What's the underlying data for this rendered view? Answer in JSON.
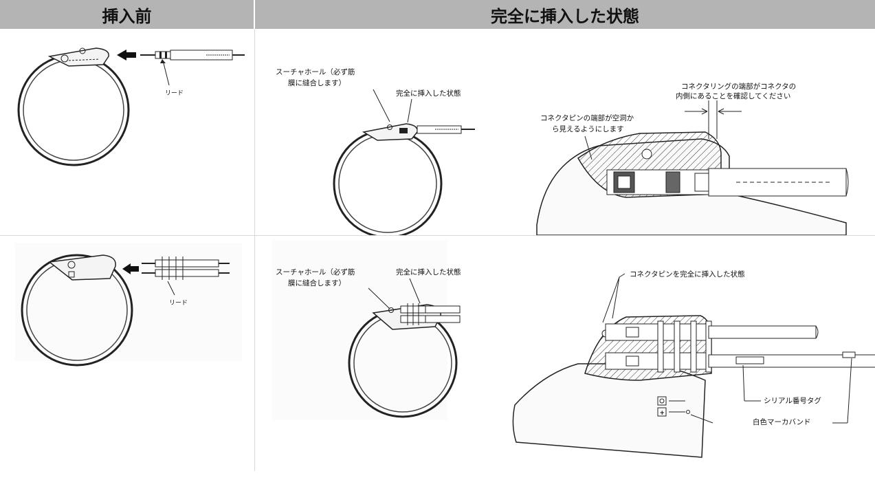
{
  "headers": {
    "before": "挿入前",
    "after": "完全に挿入した状態"
  },
  "row1": {
    "before": {
      "lead_label": "リード"
    },
    "after": {
      "suture_hole": [
        "スーチャホール（必ず筋",
        "膜に縫合します）"
      ],
      "fully_inserted": "完全に挿入した状態",
      "pin_visible": [
        "コネクタピンの端部が空洞か",
        "ら見えるようにします"
      ],
      "ring_inside": [
        "コネクタリングの端部がコネクタの",
        "内側にあることを確認してください"
      ]
    }
  },
  "row2": {
    "before": {
      "lead_label": "リード"
    },
    "after": {
      "suture_hole": [
        "スーチャホール（必ず筋",
        "膜に縫合します）"
      ],
      "fully_inserted": "完全に挿入した状態",
      "pin_fully_inserted": "コネクタピンを完全に挿入した状態",
      "serial_tag": "シリアル番号タグ",
      "white_band": "白色マーカバンド"
    }
  }
}
